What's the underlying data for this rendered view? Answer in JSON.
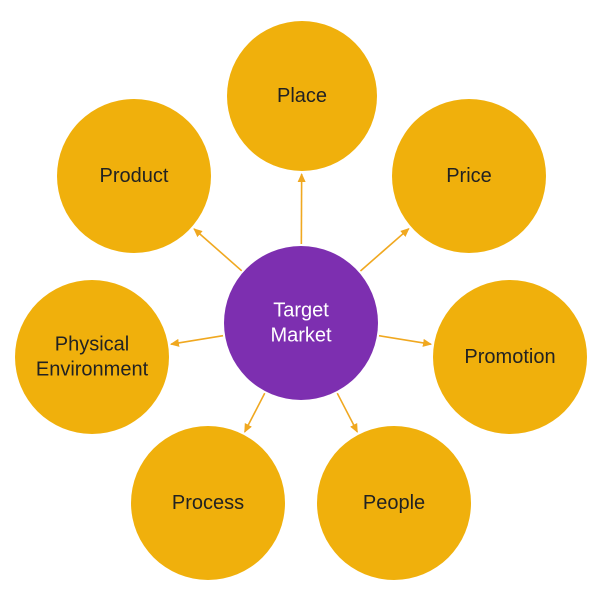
{
  "colors": {
    "center": "#7d2fb0",
    "outer": "#f0b00c",
    "arrow": "#f0a820",
    "outer_text": "#222222",
    "center_text": "#ffffff"
  },
  "center": {
    "lines": [
      "Target",
      "Market"
    ]
  },
  "nodes": [
    {
      "id": "place",
      "lines": [
        "Place"
      ]
    },
    {
      "id": "price",
      "lines": [
        "Price"
      ]
    },
    {
      "id": "promotion",
      "lines": [
        "Promotion"
      ]
    },
    {
      "id": "people",
      "lines": [
        "People"
      ]
    },
    {
      "id": "process",
      "lines": [
        "Process"
      ]
    },
    {
      "id": "physical-environment",
      "lines": [
        "Physical",
        "Environment"
      ]
    },
    {
      "id": "product",
      "lines": [
        "Product"
      ]
    }
  ]
}
